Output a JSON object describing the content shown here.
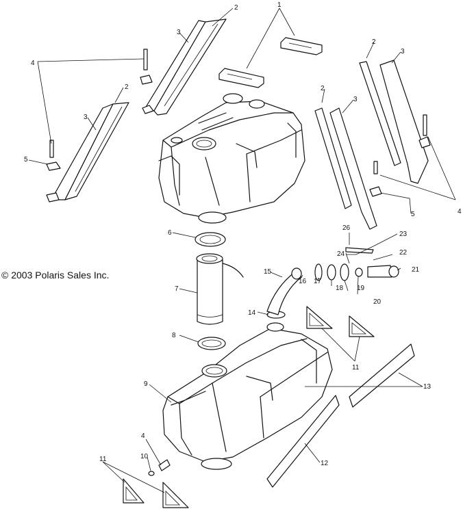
{
  "copyright": "© 2003 Polaris Sales Inc.",
  "callouts": {
    "c1": "1",
    "c2a": "2",
    "c2b": "2",
    "c2c": "2",
    "c2d": "2",
    "c3a": "3",
    "c3b": "3",
    "c3c": "3",
    "c3d": "3",
    "c4a": "4",
    "c4b": "4",
    "c4c": "4",
    "c5a": "5",
    "c5b": "5",
    "c6": "6",
    "c7": "7",
    "c8": "8",
    "c9": "9",
    "c10": "10",
    "c11a": "11",
    "c11b": "11",
    "c12": "12",
    "c13": "13",
    "c14": "14",
    "c15": "15",
    "c16": "16",
    "c17": "17",
    "c18": "18",
    "c19": "19",
    "c20": "20",
    "c21": "21",
    "c22": "22",
    "c23": "23",
    "c24": "24",
    "c26": "26"
  }
}
